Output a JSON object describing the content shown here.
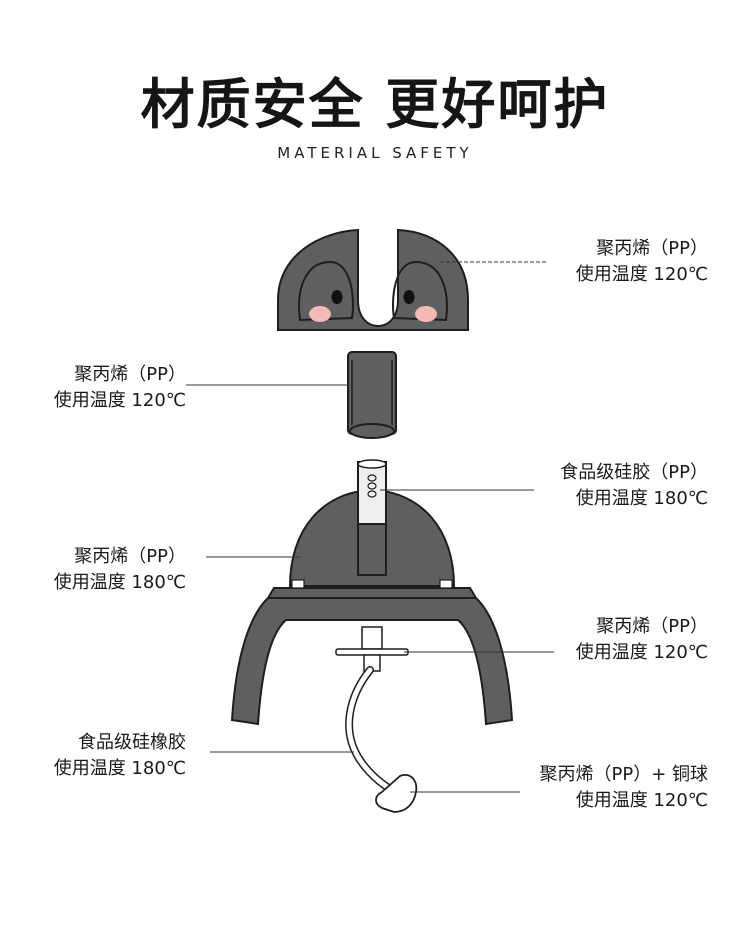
{
  "header": {
    "title": "材质安全 更好呵护",
    "subtitle": "MATERIAL SAFETY"
  },
  "labels": [
    {
      "id": "lid",
      "material": "聚丙烯（PP）",
      "temperature": "使用温度 120℃"
    },
    {
      "id": "sleeve",
      "material": "聚丙烯（PP）",
      "temperature": "使用温度 120℃"
    },
    {
      "id": "straw",
      "material": "食品级硅胶（PP）",
      "temperature": "使用温度 180℃"
    },
    {
      "id": "body",
      "material": "聚丙烯（PP）",
      "temperature": "使用温度 180℃"
    },
    {
      "id": "disc",
      "material": "聚丙烯（PP）",
      "temperature": "使用温度 120℃"
    },
    {
      "id": "tube",
      "material": "食品级硅橡胶",
      "temperature": "使用温度 180℃"
    },
    {
      "id": "weight",
      "material": "聚丙烯（PP）+ 铜球",
      "temperature": "使用温度 120℃"
    }
  ],
  "colors": {
    "body_gray": "#5e5f61",
    "outline": "#1e1e1e",
    "cheek_pink": "#f4b9b5",
    "light_gray": "#e8e8e8"
  }
}
